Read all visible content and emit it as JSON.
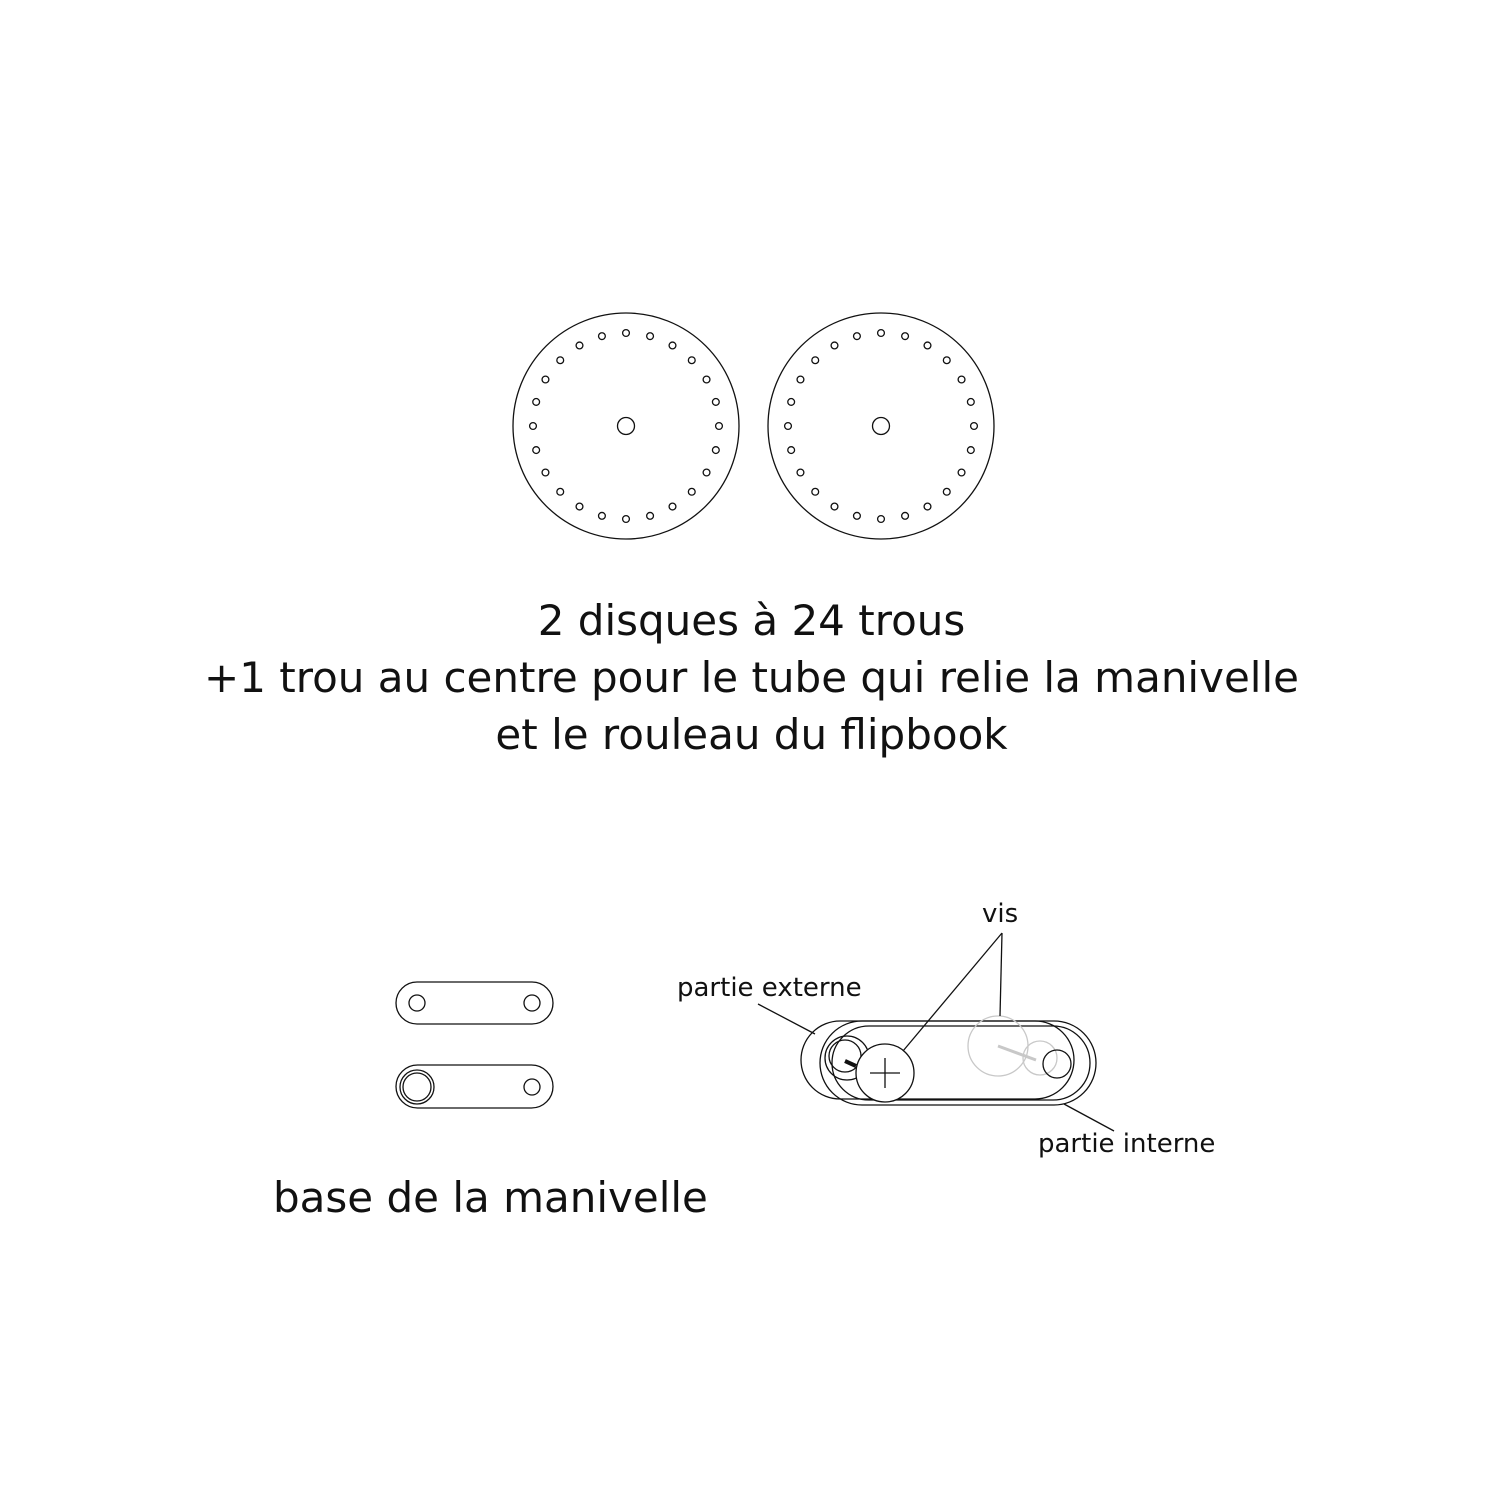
{
  "disks": {
    "count": 2,
    "holes_per_disk": 24,
    "caption_lines": [
      "2 disques à 24 trous",
      "+1 trou au centre pour le tube qui relie la manivelle",
      "et le rouleau du flipbook"
    ]
  },
  "crank_base": {
    "caption": "base de la manivelle"
  },
  "assembly": {
    "label_screws": "vis",
    "label_outer": "partie externe",
    "label_inner": "partie interne"
  }
}
